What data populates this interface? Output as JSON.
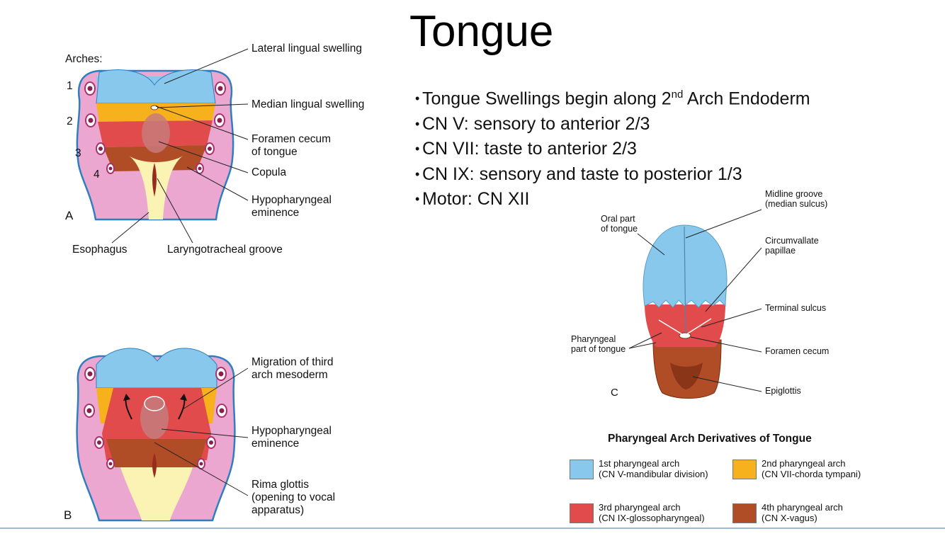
{
  "title": "Tongue",
  "bullets": [
    {
      "pre": "Tongue Swellings begin along 2",
      "sup": "nd",
      "post": " Arch Endoderm"
    },
    {
      "pre": "CN V: sensory to anterior 2/3",
      "sup": "",
      "post": ""
    },
    {
      "pre": "CN VII: taste to anterior 2/3",
      "sup": "",
      "post": ""
    },
    {
      "pre": "CN IX: sensory and taste to posterior 1/3",
      "sup": "",
      "post": ""
    },
    {
      "pre": "Motor: CN XII",
      "sup": "",
      "post": ""
    }
  ],
  "figure_a": {
    "arches_label": "Arches:",
    "arch_numbers": [
      "1",
      "2",
      "3",
      "4"
    ],
    "panel": "A",
    "labels": {
      "lateral_lingual": "Lateral lingual swelling",
      "median_lingual": "Median lingual swelling",
      "foramen_cecum_1": "Foramen cecum",
      "foramen_cecum_2": "of tongue",
      "copula": "Copula",
      "hypopharyngeal_1": "Hypopharyngeal",
      "hypopharyngeal_2": "eminence",
      "esophagus": "Esophagus",
      "laryngotracheal": "Laryngotracheal groove"
    }
  },
  "figure_b": {
    "panel": "B",
    "labels": {
      "migration_1": "Migration of third",
      "migration_2": "arch mesoderm",
      "hypopharyngeal_1": "Hypopharyngeal",
      "hypopharyngeal_2": "eminence",
      "rima_1": "Rima glottis",
      "rima_2": "(opening to vocal",
      "rima_3": "apparatus)"
    }
  },
  "figure_c": {
    "panel": "C",
    "labels": {
      "midline_1": "Midline groove",
      "midline_2": "(median sulcus)",
      "oral_1": "Oral part",
      "oral_2": "of tongue",
      "circum_1": "Circumvallate",
      "circum_2": "papillae",
      "terminal": "Terminal sulcus",
      "pharyngeal_1": "Pharyngeal",
      "pharyngeal_2": "part of tongue",
      "foramen": "Foramen cecum",
      "epiglottis": "Epiglottis"
    }
  },
  "legend": {
    "title": "Pharyngeal Arch Derivatives of Tongue",
    "items": [
      {
        "line1": "1st pharyngeal arch",
        "line2": "(CN V-mandibular division)",
        "color": "#88c8ec"
      },
      {
        "line1": "2nd pharyngeal arch",
        "line2": "(CN VII-chorda tympani)",
        "color": "#f6b11c"
      },
      {
        "line1": "3rd pharyngeal arch",
        "line2": "(CN IX-glossopharyngeal)",
        "color": "#e24b4b"
      },
      {
        "line1": "4th pharyngeal arch",
        "line2": "(CN X-vagus)",
        "color": "#b04c26"
      }
    ]
  },
  "colors": {
    "arch1": "#88c8ec",
    "arch2": "#f6b11c",
    "arch3": "#e24b4b",
    "arch4": "#b04c26",
    "pink": "#eba7cf",
    "cream": "#fbf3b4",
    "outline": "#2f7fc0",
    "rule": "#9db8d6"
  }
}
